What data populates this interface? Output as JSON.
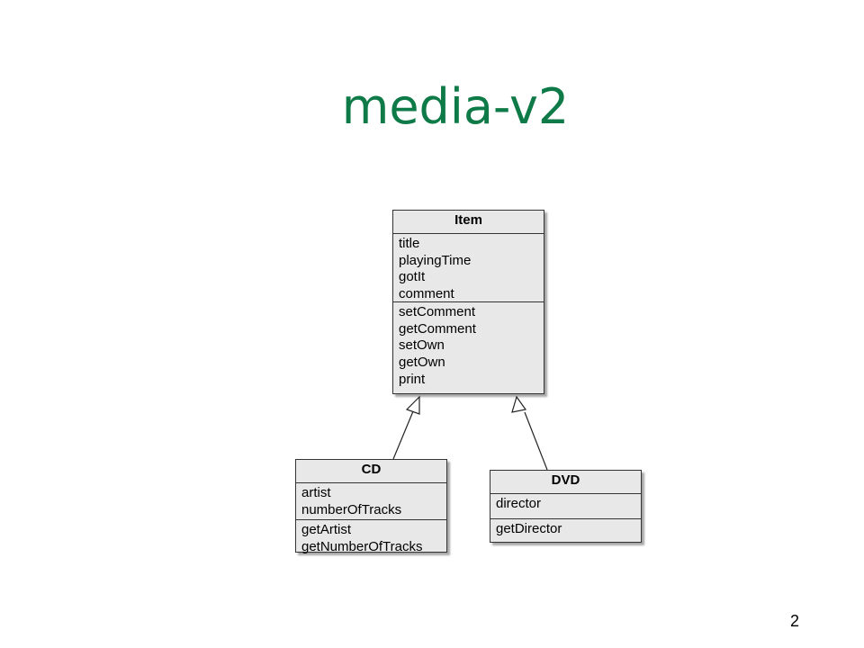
{
  "slide": {
    "title": "media-v2",
    "page_number": "2"
  },
  "diagram": {
    "classes": {
      "item": {
        "name": "Item",
        "fields": [
          "title",
          "playingTime",
          "gotIt",
          "comment"
        ],
        "methods": [
          "setComment",
          "getComment",
          "setOwn",
          "getOwn",
          "print"
        ]
      },
      "cd": {
        "name": "CD",
        "fields": [
          "artist",
          "numberOfTracks"
        ],
        "methods": [
          "getArtist",
          "getNumberOfTracks"
        ]
      },
      "dvd": {
        "name": "DVD",
        "fields": [
          "director"
        ],
        "methods": [
          "getDirector"
        ]
      }
    },
    "relations": [
      {
        "type": "inheritance",
        "from": "CD",
        "to": "Item"
      },
      {
        "type": "inheritance",
        "from": "DVD",
        "to": "Item"
      }
    ]
  }
}
